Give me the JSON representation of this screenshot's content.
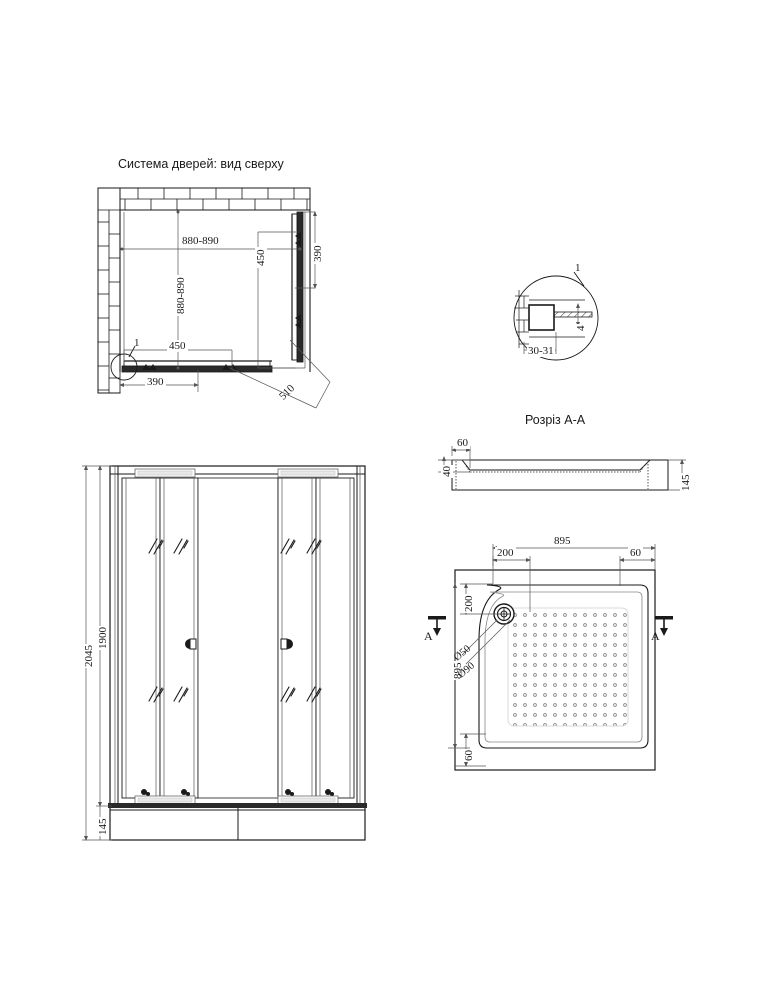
{
  "sheet": {
    "background": "#ffffff",
    "line_color": "#1a1a1a",
    "thin_line_color": "#555555"
  },
  "titles": {
    "top_view": "Система дверей: вид сверху",
    "section_aa": "Розріз А-А"
  },
  "top_view": {
    "name": "door-system-top-view",
    "dimensions": {
      "width_top": "880-890",
      "width_side": "880-890",
      "door_right_outer": "390",
      "door_right_inner": "450",
      "door_bottom_inner": "450",
      "door_bottom_outer": "390",
      "diagonal_opening": "510"
    },
    "detail_marker": "1"
  },
  "detail_1": {
    "name": "profile-detail-1",
    "marker": "1",
    "dimensions": {
      "profile_width": "30-31",
      "glass_thickness": "4"
    }
  },
  "section_aa": {
    "name": "tray-section-aa",
    "dimensions": {
      "edge_width": "60",
      "inner_height": "40",
      "total_height": "145"
    }
  },
  "tray_plan": {
    "name": "shower-tray-plan-view",
    "dimensions": {
      "width": "895",
      "height": "895",
      "drain_offset_x": "200",
      "drain_offset_y": "200",
      "edge_right": "60",
      "edge_bottom": "60",
      "drain_inner": "Ø50",
      "drain_outer": "Ø90"
    },
    "section_marks": {
      "left": "A",
      "right": "A"
    }
  },
  "front_view": {
    "name": "enclosure-front-elevation",
    "dimensions": {
      "total_height": "2045",
      "door_height": "1900",
      "base_height": "145"
    }
  }
}
